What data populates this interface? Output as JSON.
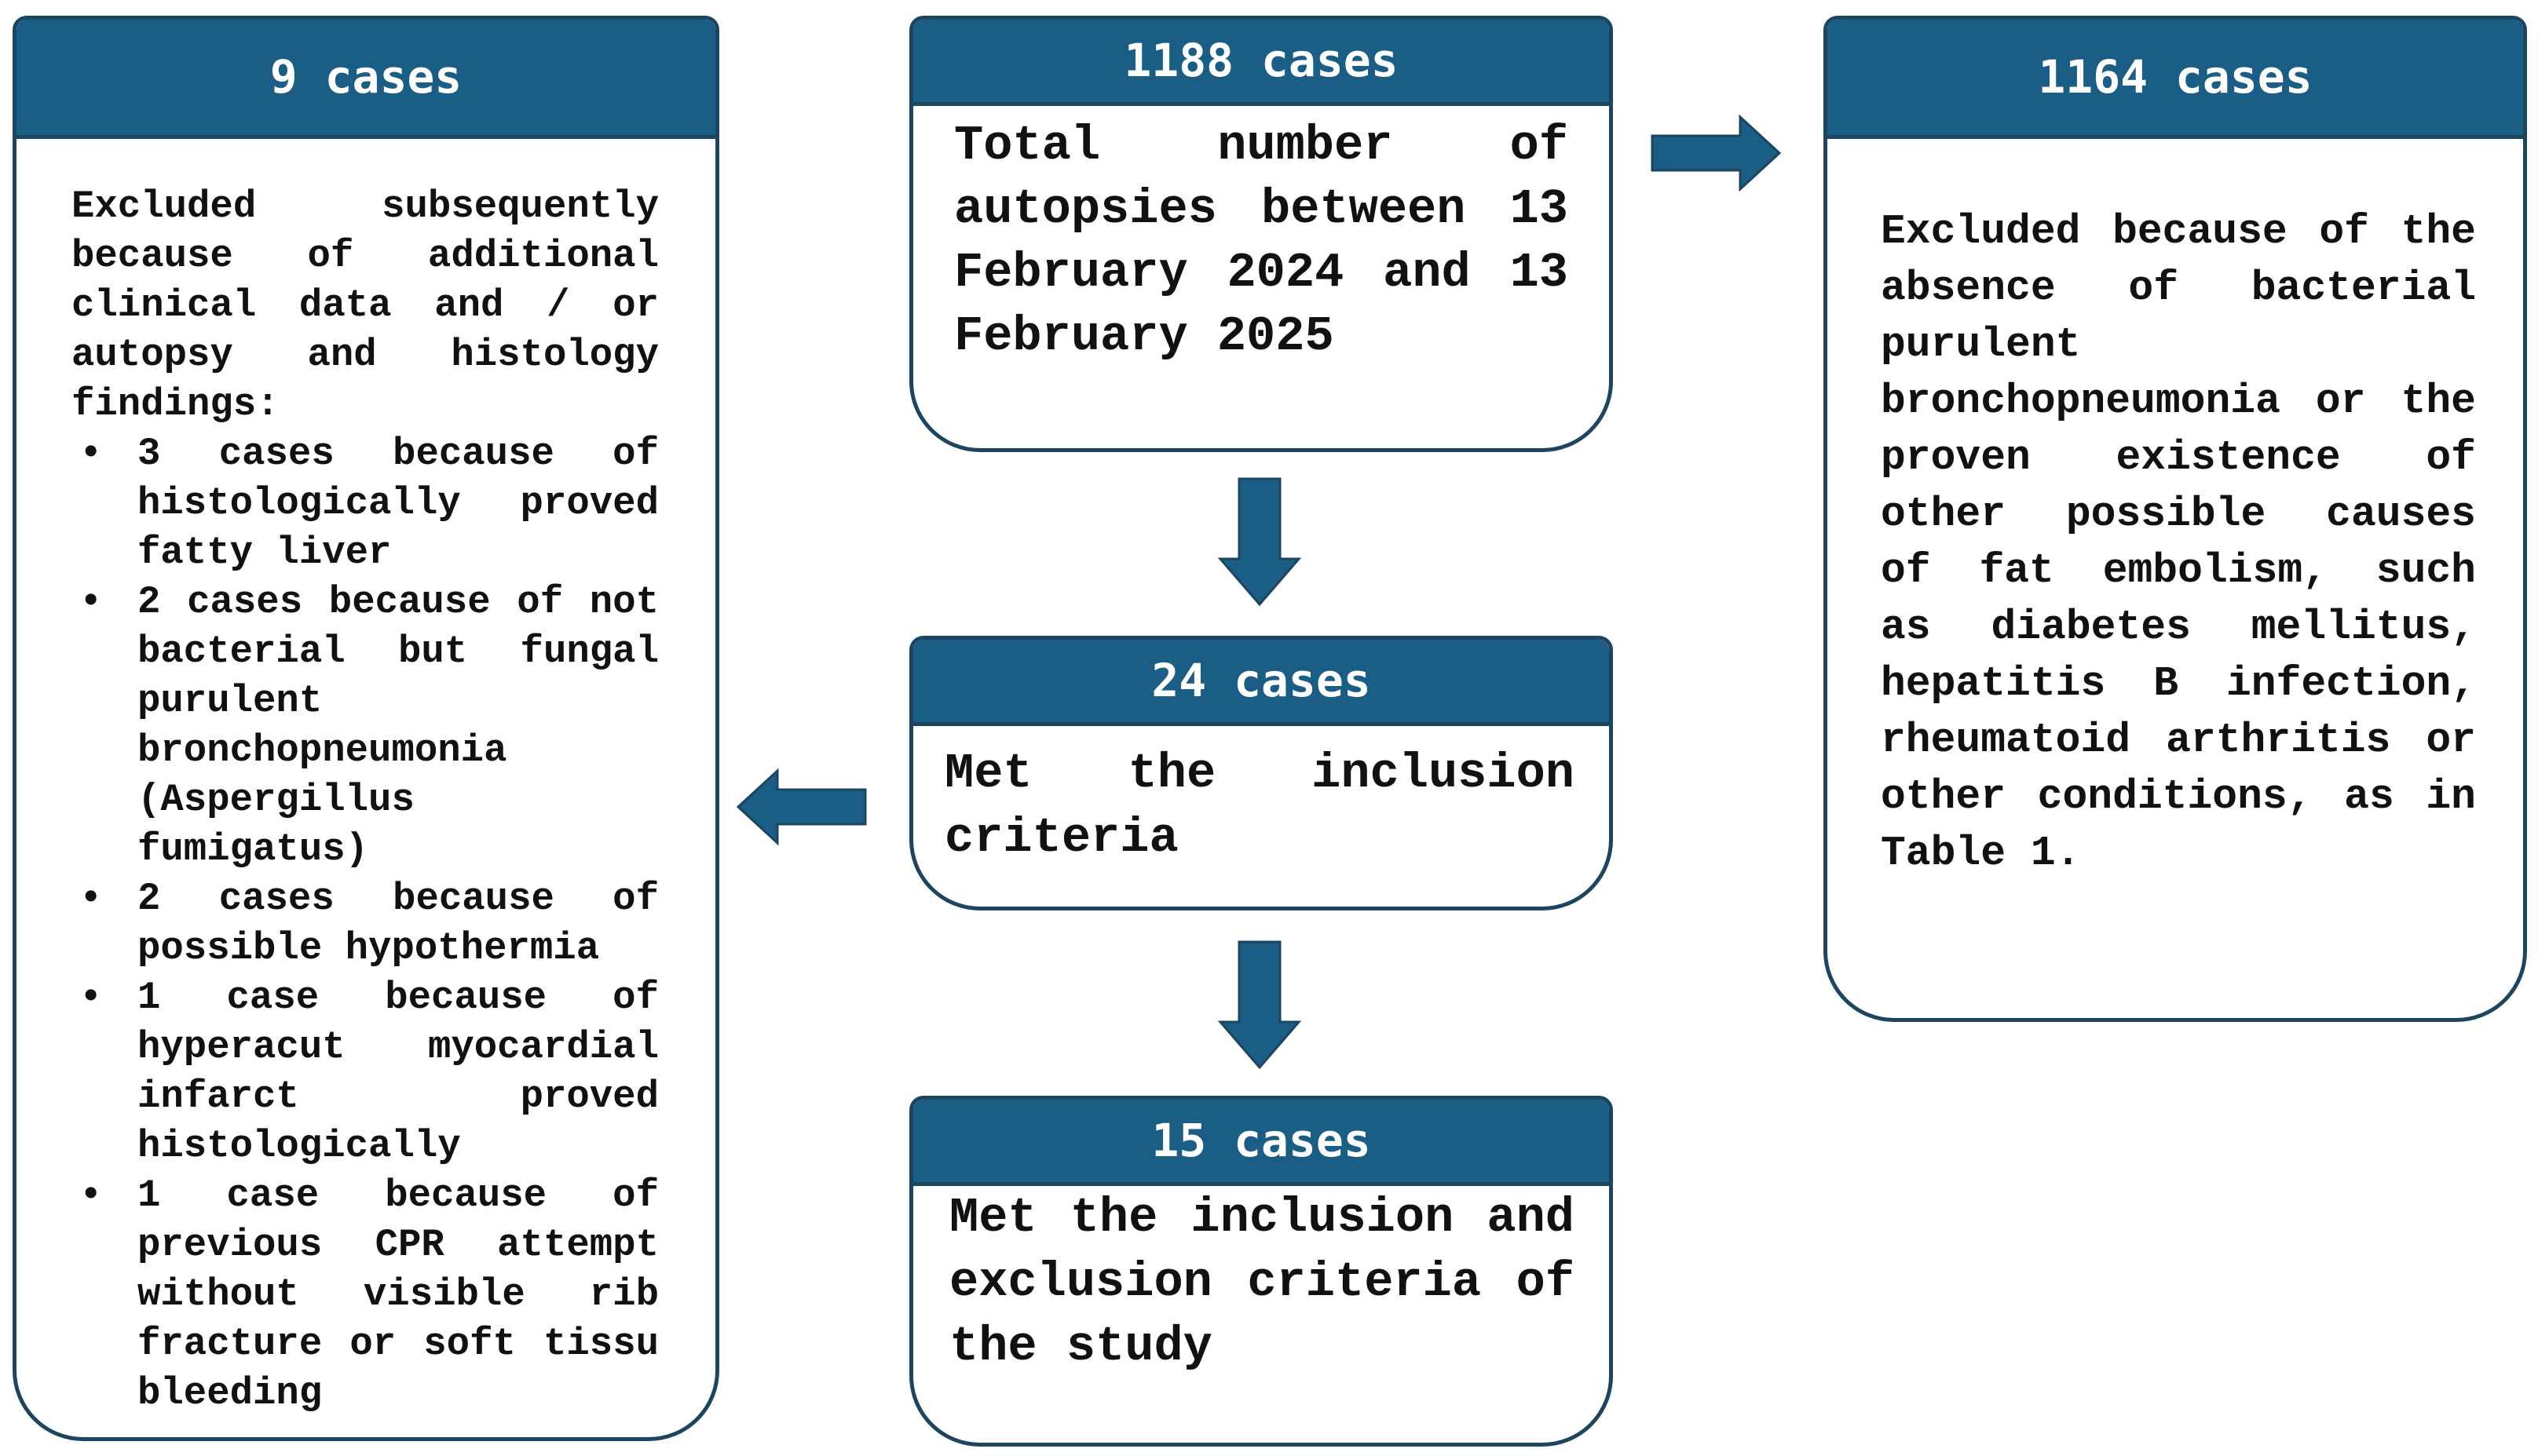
{
  "boxes": {
    "left": {
      "header": "9 cases",
      "intro": "Excluded subsequently because of additional clinical data and / or autopsy and histology findings:",
      "bullets": [
        "3 cases because of histologically proved fatty liver",
        "2 cases because of not bacterial but fungal purulent bronchopneumonia (Aspergillus fumigatus)",
        "2 cases because of possible hypothermia",
        "1 case because of hyperacut myocardial infarct proved histologically",
        "1 case because of previous CPR attempt without visible rib fracture or soft tissu bleeding"
      ]
    },
    "total": {
      "header": "1188 cases",
      "text": "Total number of autopsies between 13 February 2024 and 13 February 2025"
    },
    "right": {
      "header": "1164 cases",
      "text": "Excluded because of the absence of bacterial purulent bronchopneumonia or the proven existence of other possible causes of fat embolism, such as diabetes mellitus, hepatitis B infection, rheumatoid arthritis or other conditions, as in Table 1."
    },
    "inclusion": {
      "header": "24 cases",
      "text": "Met the inclusion criteria"
    },
    "final": {
      "header": "15 cases",
      "text": "Met the inclusion and exclusion criteria of the study"
    }
  },
  "colors": {
    "header_fill": "#1a5e85",
    "border": "#1b4560",
    "arrow": "#1a5e85"
  },
  "icons": {
    "arrow_total_to_right": "arrow-right-icon",
    "arrow_total_to_inclusion": "arrow-down-icon",
    "arrow_inclusion_to_left": "arrow-left-icon",
    "arrow_inclusion_to_final": "arrow-down-icon"
  }
}
